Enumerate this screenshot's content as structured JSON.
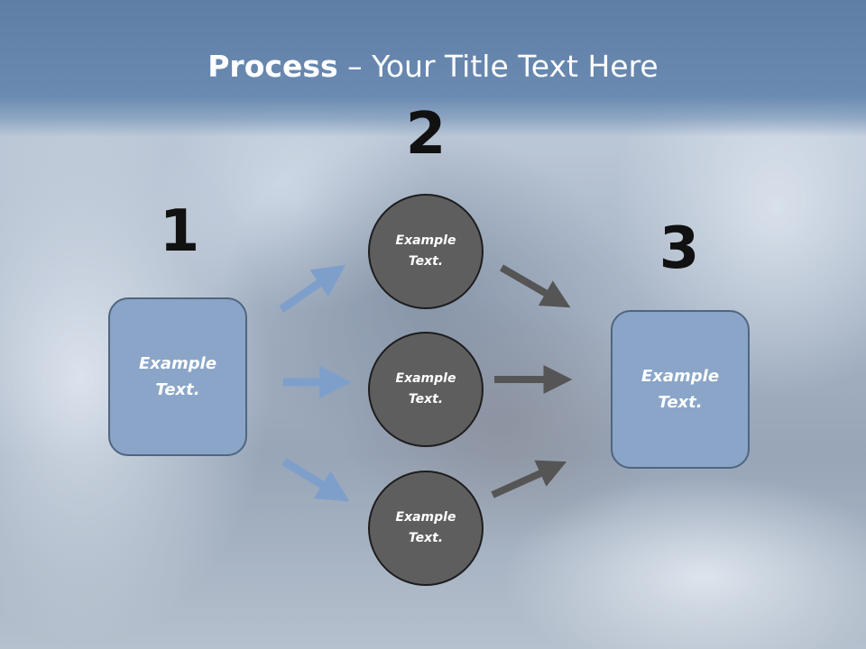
{
  "title": {
    "bold": "Process",
    "rest": " – Your Title Text Here"
  },
  "steps": {
    "one": "1",
    "two": "2",
    "three": "3"
  },
  "left_box": {
    "line1": "Example",
    "line2": "Text."
  },
  "right_box": {
    "line1": "Example",
    "line2": "Text."
  },
  "circles": [
    {
      "line1": "Example",
      "line2": "Text."
    },
    {
      "line1": "Example",
      "line2": "Text."
    },
    {
      "line1": "Example",
      "line2": "Text."
    }
  ],
  "colors": {
    "title_band": "#6a8ab1",
    "box_fill": "#8aa5c8",
    "box_border": "#4f6680",
    "circle_fill": "#5e5e5e",
    "circle_border": "#1d1d1d",
    "arrow_blue": "#7f9fcb",
    "arrow_gray": "#555555"
  }
}
